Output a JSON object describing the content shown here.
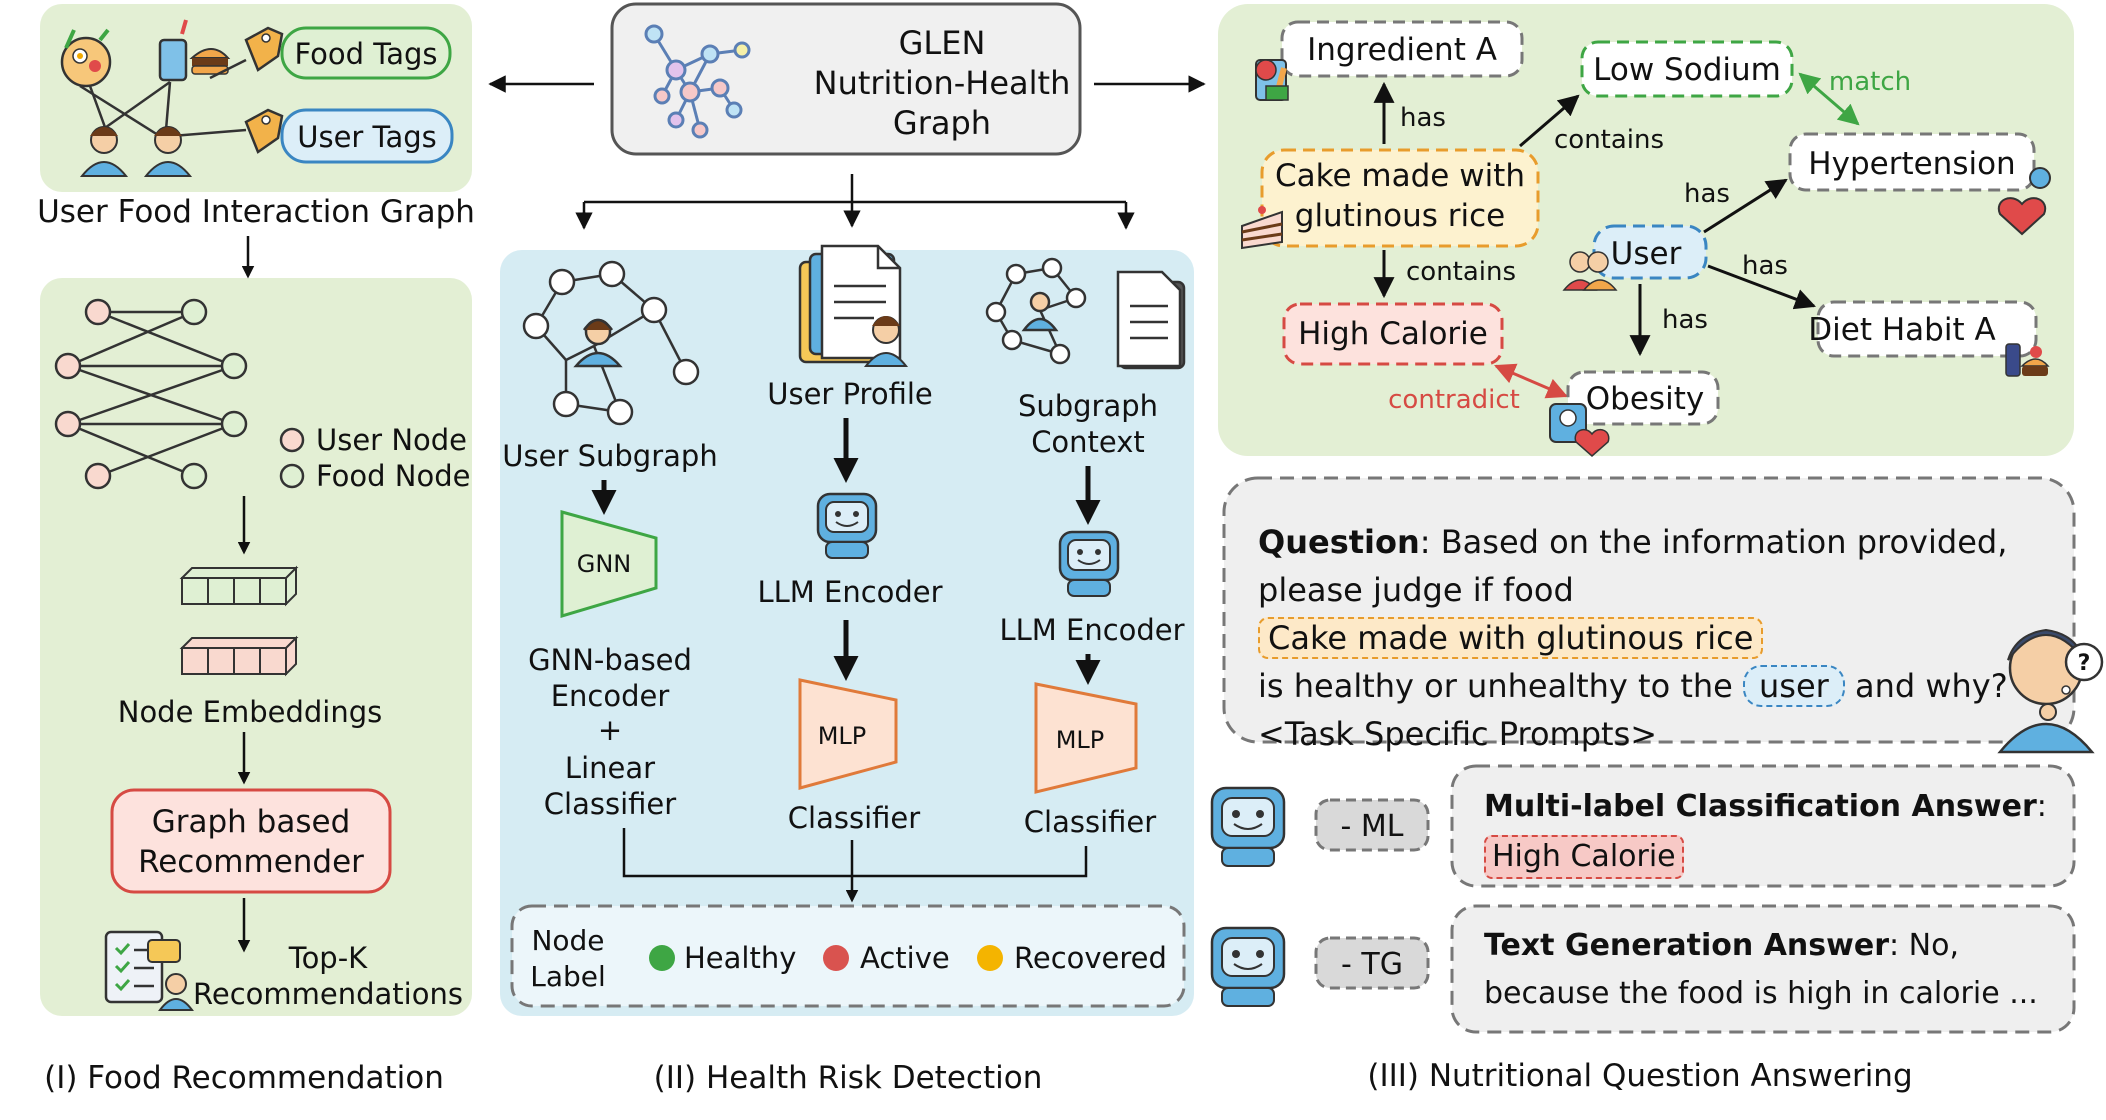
{
  "glen": {
    "line1": "GLEN",
    "line2": "Nutrition-Health",
    "line3": "Graph"
  },
  "panel1": {
    "food_tags": "Food Tags",
    "user_tags": "User Tags",
    "graph_caption": "User Food Interaction Graph",
    "legend_user_node": "User Node",
    "legend_food_node": "Food Node",
    "node_embeddings": "Node Embeddings",
    "recommender_line1": "Graph based",
    "recommender_line2": "Recommender",
    "topk_line1": "Top-K",
    "topk_line2": "Recommendations",
    "caption": "(I) Food Recommendation"
  },
  "panel2": {
    "user_subgraph": "User Subgraph",
    "gnn": "GNN",
    "gnn_encoder_lines": [
      "GNN-based",
      "Encoder",
      "+",
      "Linear",
      "Classifier"
    ],
    "user_profile": "User Profile",
    "llm_encoder": "LLM Encoder",
    "mlp": "MLP",
    "classifier": "Classifier",
    "subgraph_context_line1": "Subgraph",
    "subgraph_context_line2": "Context",
    "node_label_line1": "Node",
    "node_label_line2": "Label",
    "labels": [
      {
        "text": "Healthy",
        "color": "#3ea644"
      },
      {
        "text": "Active",
        "color": "#d9534f"
      },
      {
        "text": "Recovered",
        "color": "#f4b400"
      }
    ],
    "caption": "(II) Health Risk Detection"
  },
  "panel3": {
    "ingredient": "Ingredient A",
    "low_sodium": "Low Sodium",
    "match": "match",
    "hypertension": "Hypertension",
    "cake_line1": "Cake made with",
    "cake_line2": "glutinous rice",
    "contains": "contains",
    "has": "has",
    "user": "User",
    "high_calorie": "High Calorie",
    "diet_habit": "Diet Habit A",
    "contradict": "contradict",
    "obesity": "Obesity",
    "question": {
      "label": "Question",
      "line1_rest": ": Based on the information provided,",
      "line2_prefix": "please judge if food",
      "food_pill": "Cake made with glutinous rice",
      "line3_prefix": "is healthy or unhealthy to the",
      "user_pill": "user",
      "line3_suffix": "and why?",
      "line4": "<Task Specific Prompts>"
    },
    "ml_tag": "- ML",
    "tg_tag": "- TG",
    "ml_answer_label": "Multi-label Classification Answer",
    "ml_answer_colon": ":",
    "ml_answer_value": "High Calorie",
    "tg_answer_label": "Text Generation Answer",
    "tg_answer_line1_rest": ": No,",
    "tg_answer_line2": "because the food is high in calorie ...",
    "caption": "(III) Nutritional Question Answering"
  },
  "colors": {
    "green_panel": "#e3efd4",
    "blue_panel": "#d6ecf3",
    "accent_green": "#3ea644",
    "accent_red": "#d64a43",
    "accent_orange": "#e89c2c",
    "accent_blue": "#3a86c2"
  }
}
